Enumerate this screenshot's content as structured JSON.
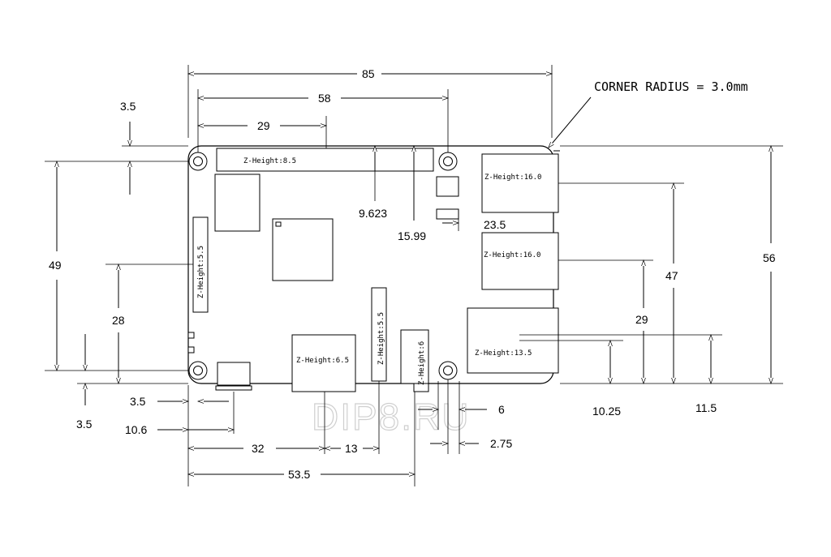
{
  "note": "CORNER RADIUS = 3.0mm",
  "watermark": "DIP8.RU",
  "dimensions": {
    "total_width": "85",
    "holes_spacing": "58",
    "gpio_offset": "29",
    "top_margin": "3.5",
    "hole_vertical": "49",
    "csi_height": "28",
    "bottom_margin": "3.5",
    "left_margin": "3.5",
    "hdmi_offset": "10.6",
    "dsi_offset": "32",
    "audio_gap": "13",
    "audio_offset": "53.5",
    "jack_width": "6",
    "jack_offset": "2.75",
    "connector_9623": "9.623",
    "connector_1599": "15.99",
    "usb_offset": "23.5",
    "board_height": "56",
    "usb_upper": "47",
    "usb_lower": "29",
    "ethernet_a": "10.25",
    "ethernet_b": "11.5"
  },
  "zheights": {
    "gpio": "Z-Height:8.5",
    "usb_top": "Z-Height:16.0",
    "usb_bottom": "Z-Height:16.0",
    "ethernet": "Z-Height:13.5",
    "hdmi": "Z-Height:6.5",
    "display": "Z-Height:5.5",
    "camera": "Z-Height:5.5",
    "audio": "Z-Height:6"
  }
}
